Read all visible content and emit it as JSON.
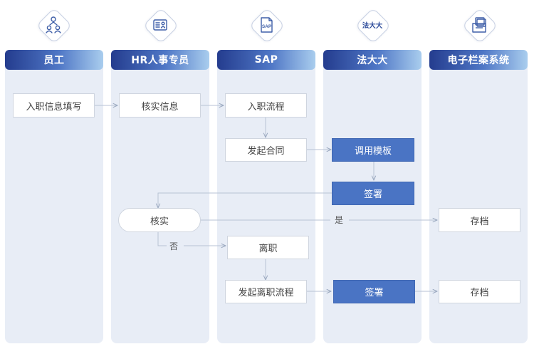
{
  "lanes": [
    {
      "title": "员工",
      "icon": "people-icon"
    },
    {
      "title": "HR人事专员",
      "icon": "id-card-icon"
    },
    {
      "title": "SAP",
      "icon": "sap-document-icon"
    },
    {
      "title": "法大大",
      "icon": "fadada-logo"
    },
    {
      "title": "电子栏案系统",
      "icon": "archive-folder-icon"
    }
  ],
  "logo_text": "法大大",
  "sap_icon_text": "SAP",
  "nodes": {
    "entry_info": "入职信息填写",
    "verify_info": "核实信息",
    "onboard_flow": "入职流程",
    "initiate_contract": "发起合同",
    "call_template": "调用模板",
    "sign_1": "签署",
    "verify": "核实",
    "archive_1": "存档",
    "resign": "离职",
    "resign_flow": "发起离职流程",
    "sign_2": "签署",
    "archive_2": "存档"
  },
  "edge_labels": {
    "yes": "是",
    "no": "否"
  },
  "colors": {
    "lane_bg": "#e8edf6",
    "header_dark": "#243c8e",
    "header_light": "#a9cdee",
    "node_blue": "#4a74c4",
    "arrow": "#b7c2d4"
  }
}
